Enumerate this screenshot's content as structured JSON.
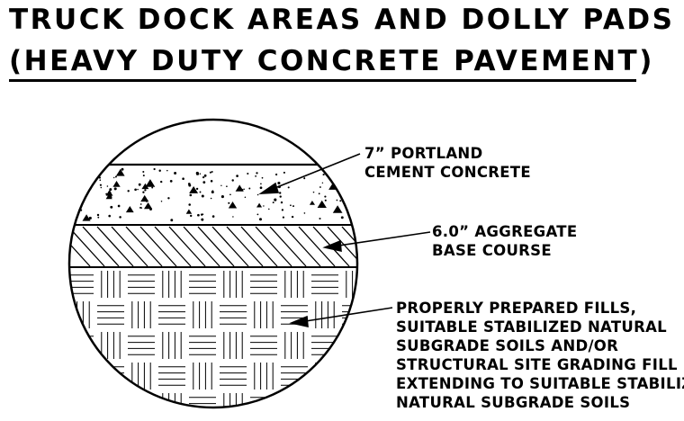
{
  "title": {
    "line1": "TRUCK DOCK AREAS AND DOLLY PADS",
    "line2": "(HEAVY DUTY CONCRETE PAVEMENT)"
  },
  "layers": {
    "concrete": {
      "line1": "7” PORTLAND",
      "line2": "CEMENT CONCRETE"
    },
    "aggregate": {
      "line1": "6.0” AGGREGATE",
      "line2": "BASE COURSE"
    },
    "subgrade": {
      "line1": "PROPERLY PREPARED FILLS,",
      "line2": "SUITABLE STABILIZED NATURAL",
      "line3": "SUBGRADE SOILS AND/OR",
      "line4": "STRUCTURAL SITE GRADING FILL",
      "line5": "EXTENDING TO SUITABLE STABILIZED",
      "line6": "NATURAL SUBGRADE SOILS"
    }
  }
}
